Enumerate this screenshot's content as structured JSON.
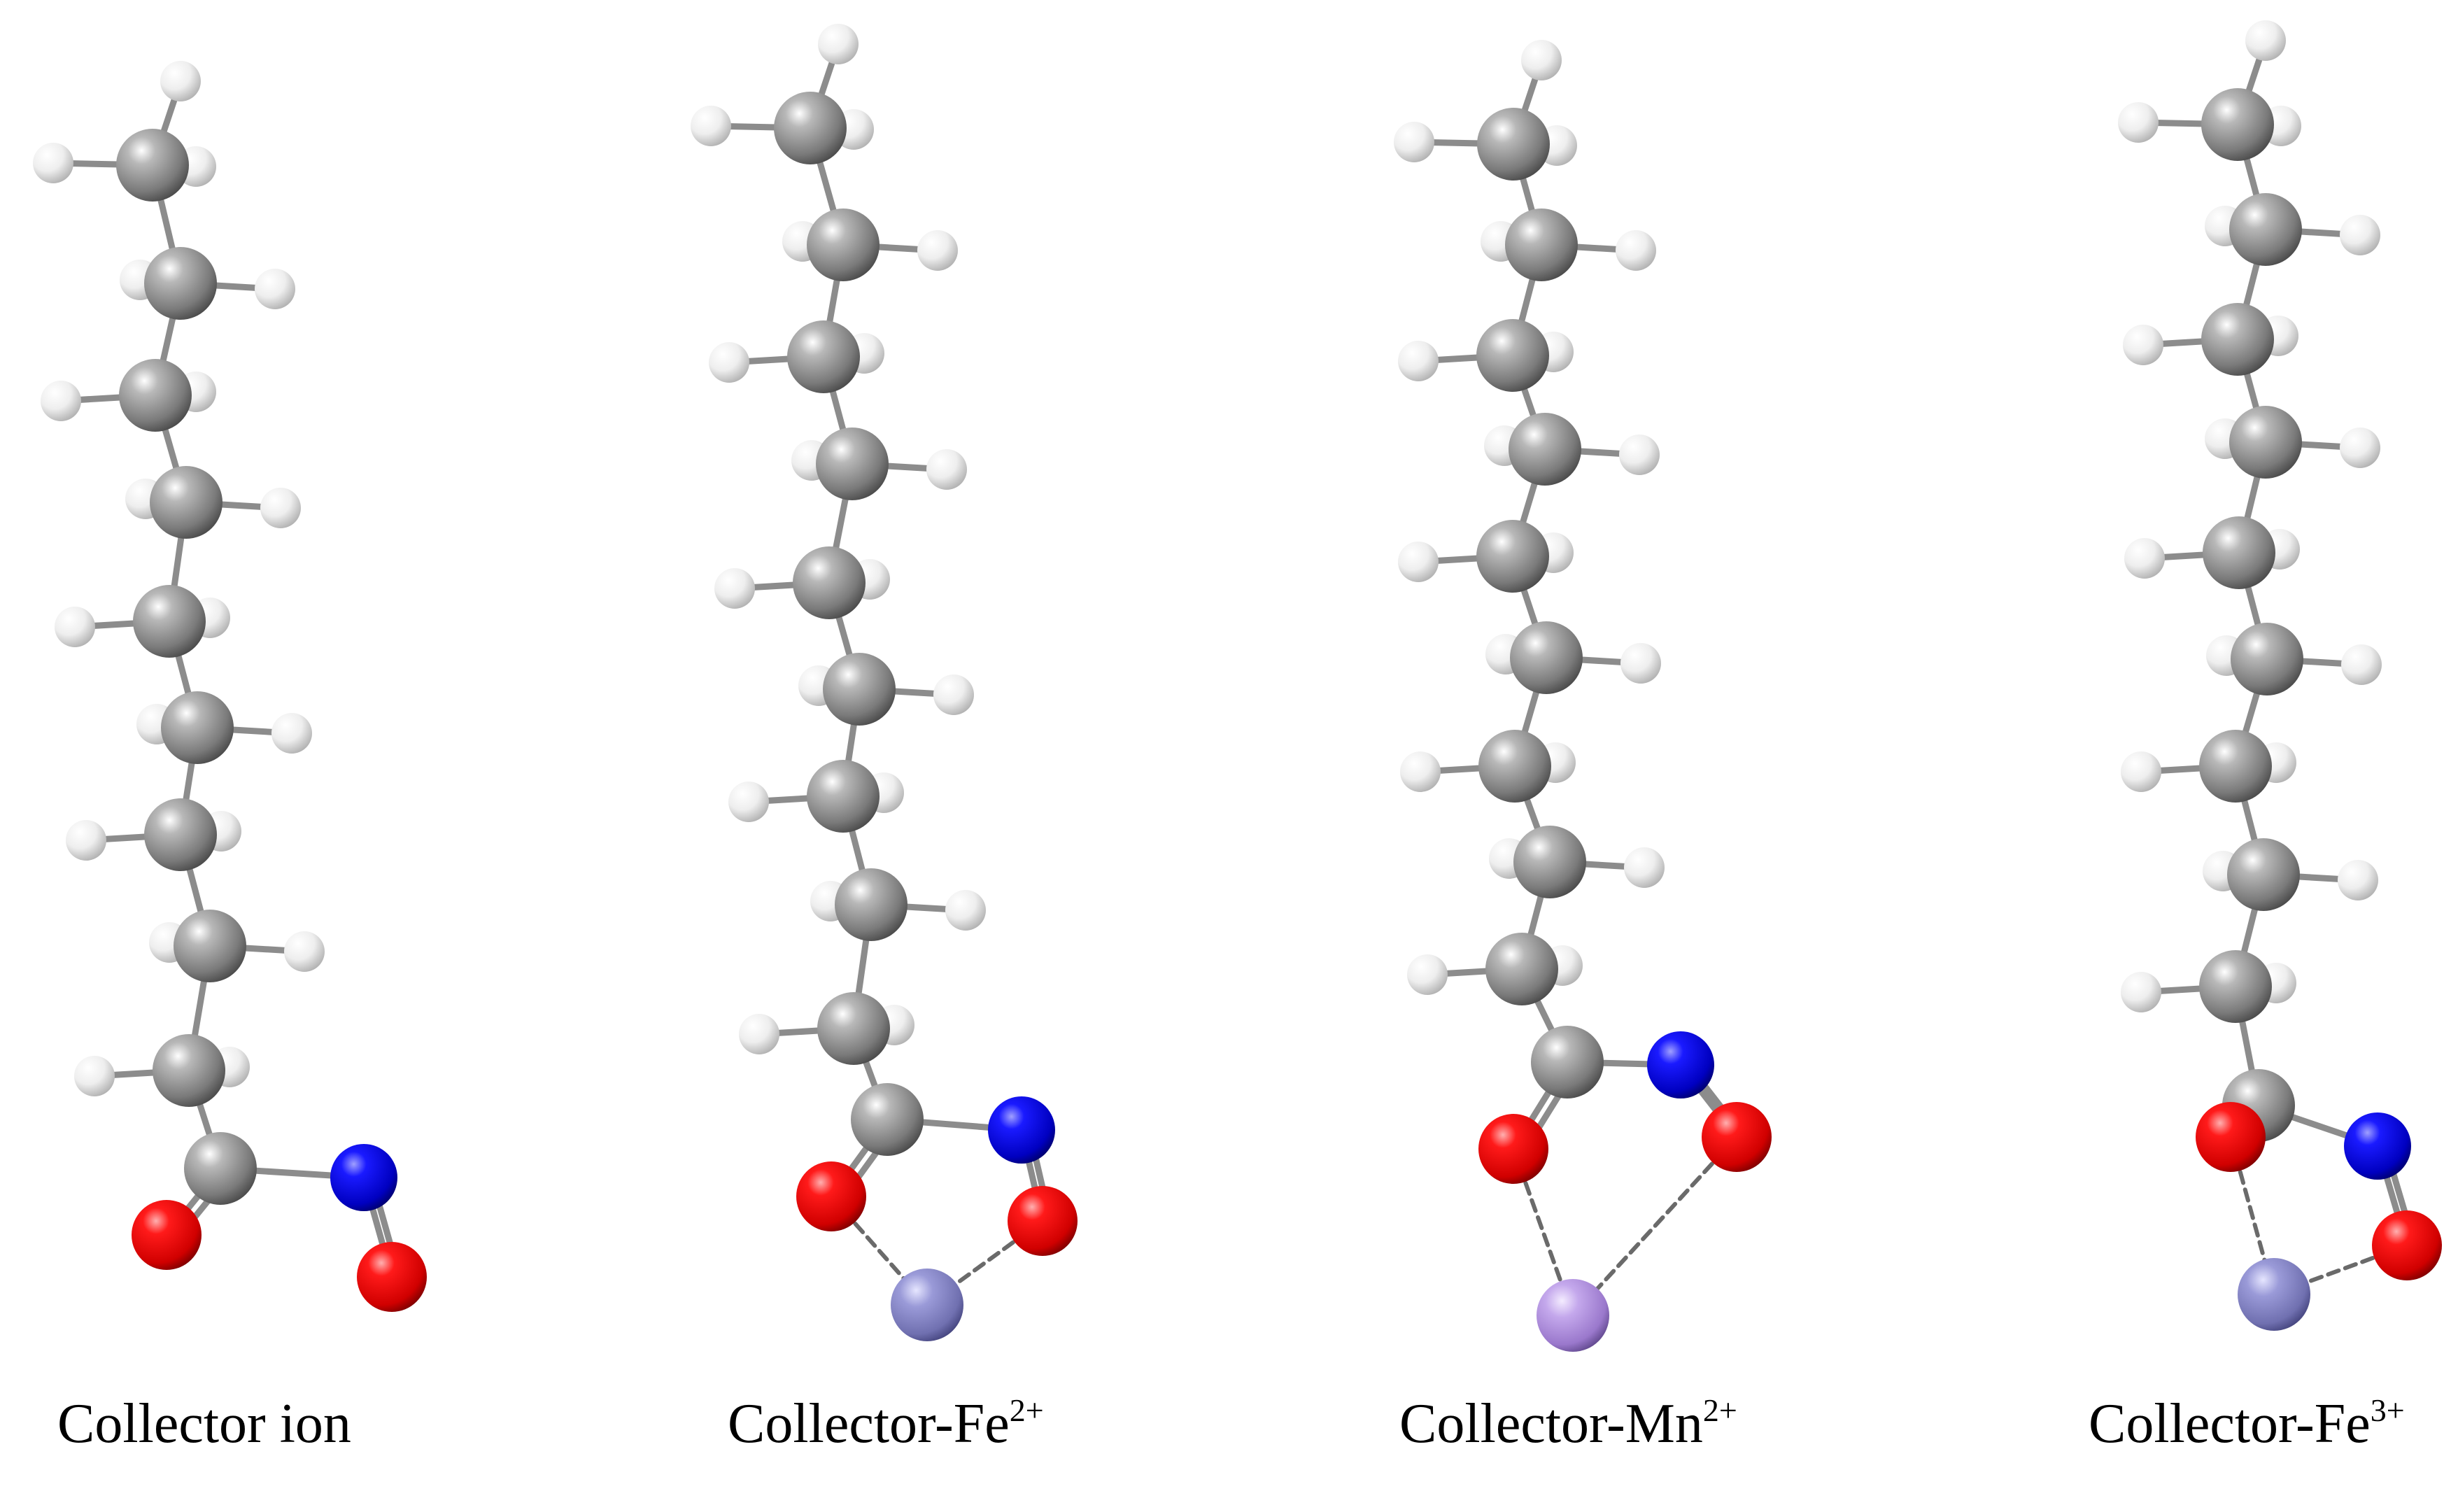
{
  "figure": {
    "panels": [
      {
        "id": "collector-ion",
        "caption": {
          "main": "Collector ion",
          "charge": ""
        },
        "has_metal": false,
        "metal": ""
      },
      {
        "id": "collector-fe2",
        "caption": {
          "main": "Collector-Fe",
          "charge": "2+"
        },
        "has_metal": true,
        "metal": "Fe"
      },
      {
        "id": "collector-mn2",
        "caption": {
          "main": "Collector-Mn",
          "charge": "2+"
        },
        "has_metal": true,
        "metal": "Mn"
      },
      {
        "id": "collector-fe3",
        "caption": {
          "main": "Collector-Fe",
          "charge": "3+"
        },
        "has_metal": true,
        "metal": "Fe"
      }
    ],
    "atom_colors": {
      "carbon": "#8a8a8a",
      "hydrogen": "#e6e6e6",
      "oxygen": "#e00000",
      "nitrogen": "#0a0ad0",
      "Fe": "#8a8acc",
      "Mn": "#b496e0"
    }
  }
}
